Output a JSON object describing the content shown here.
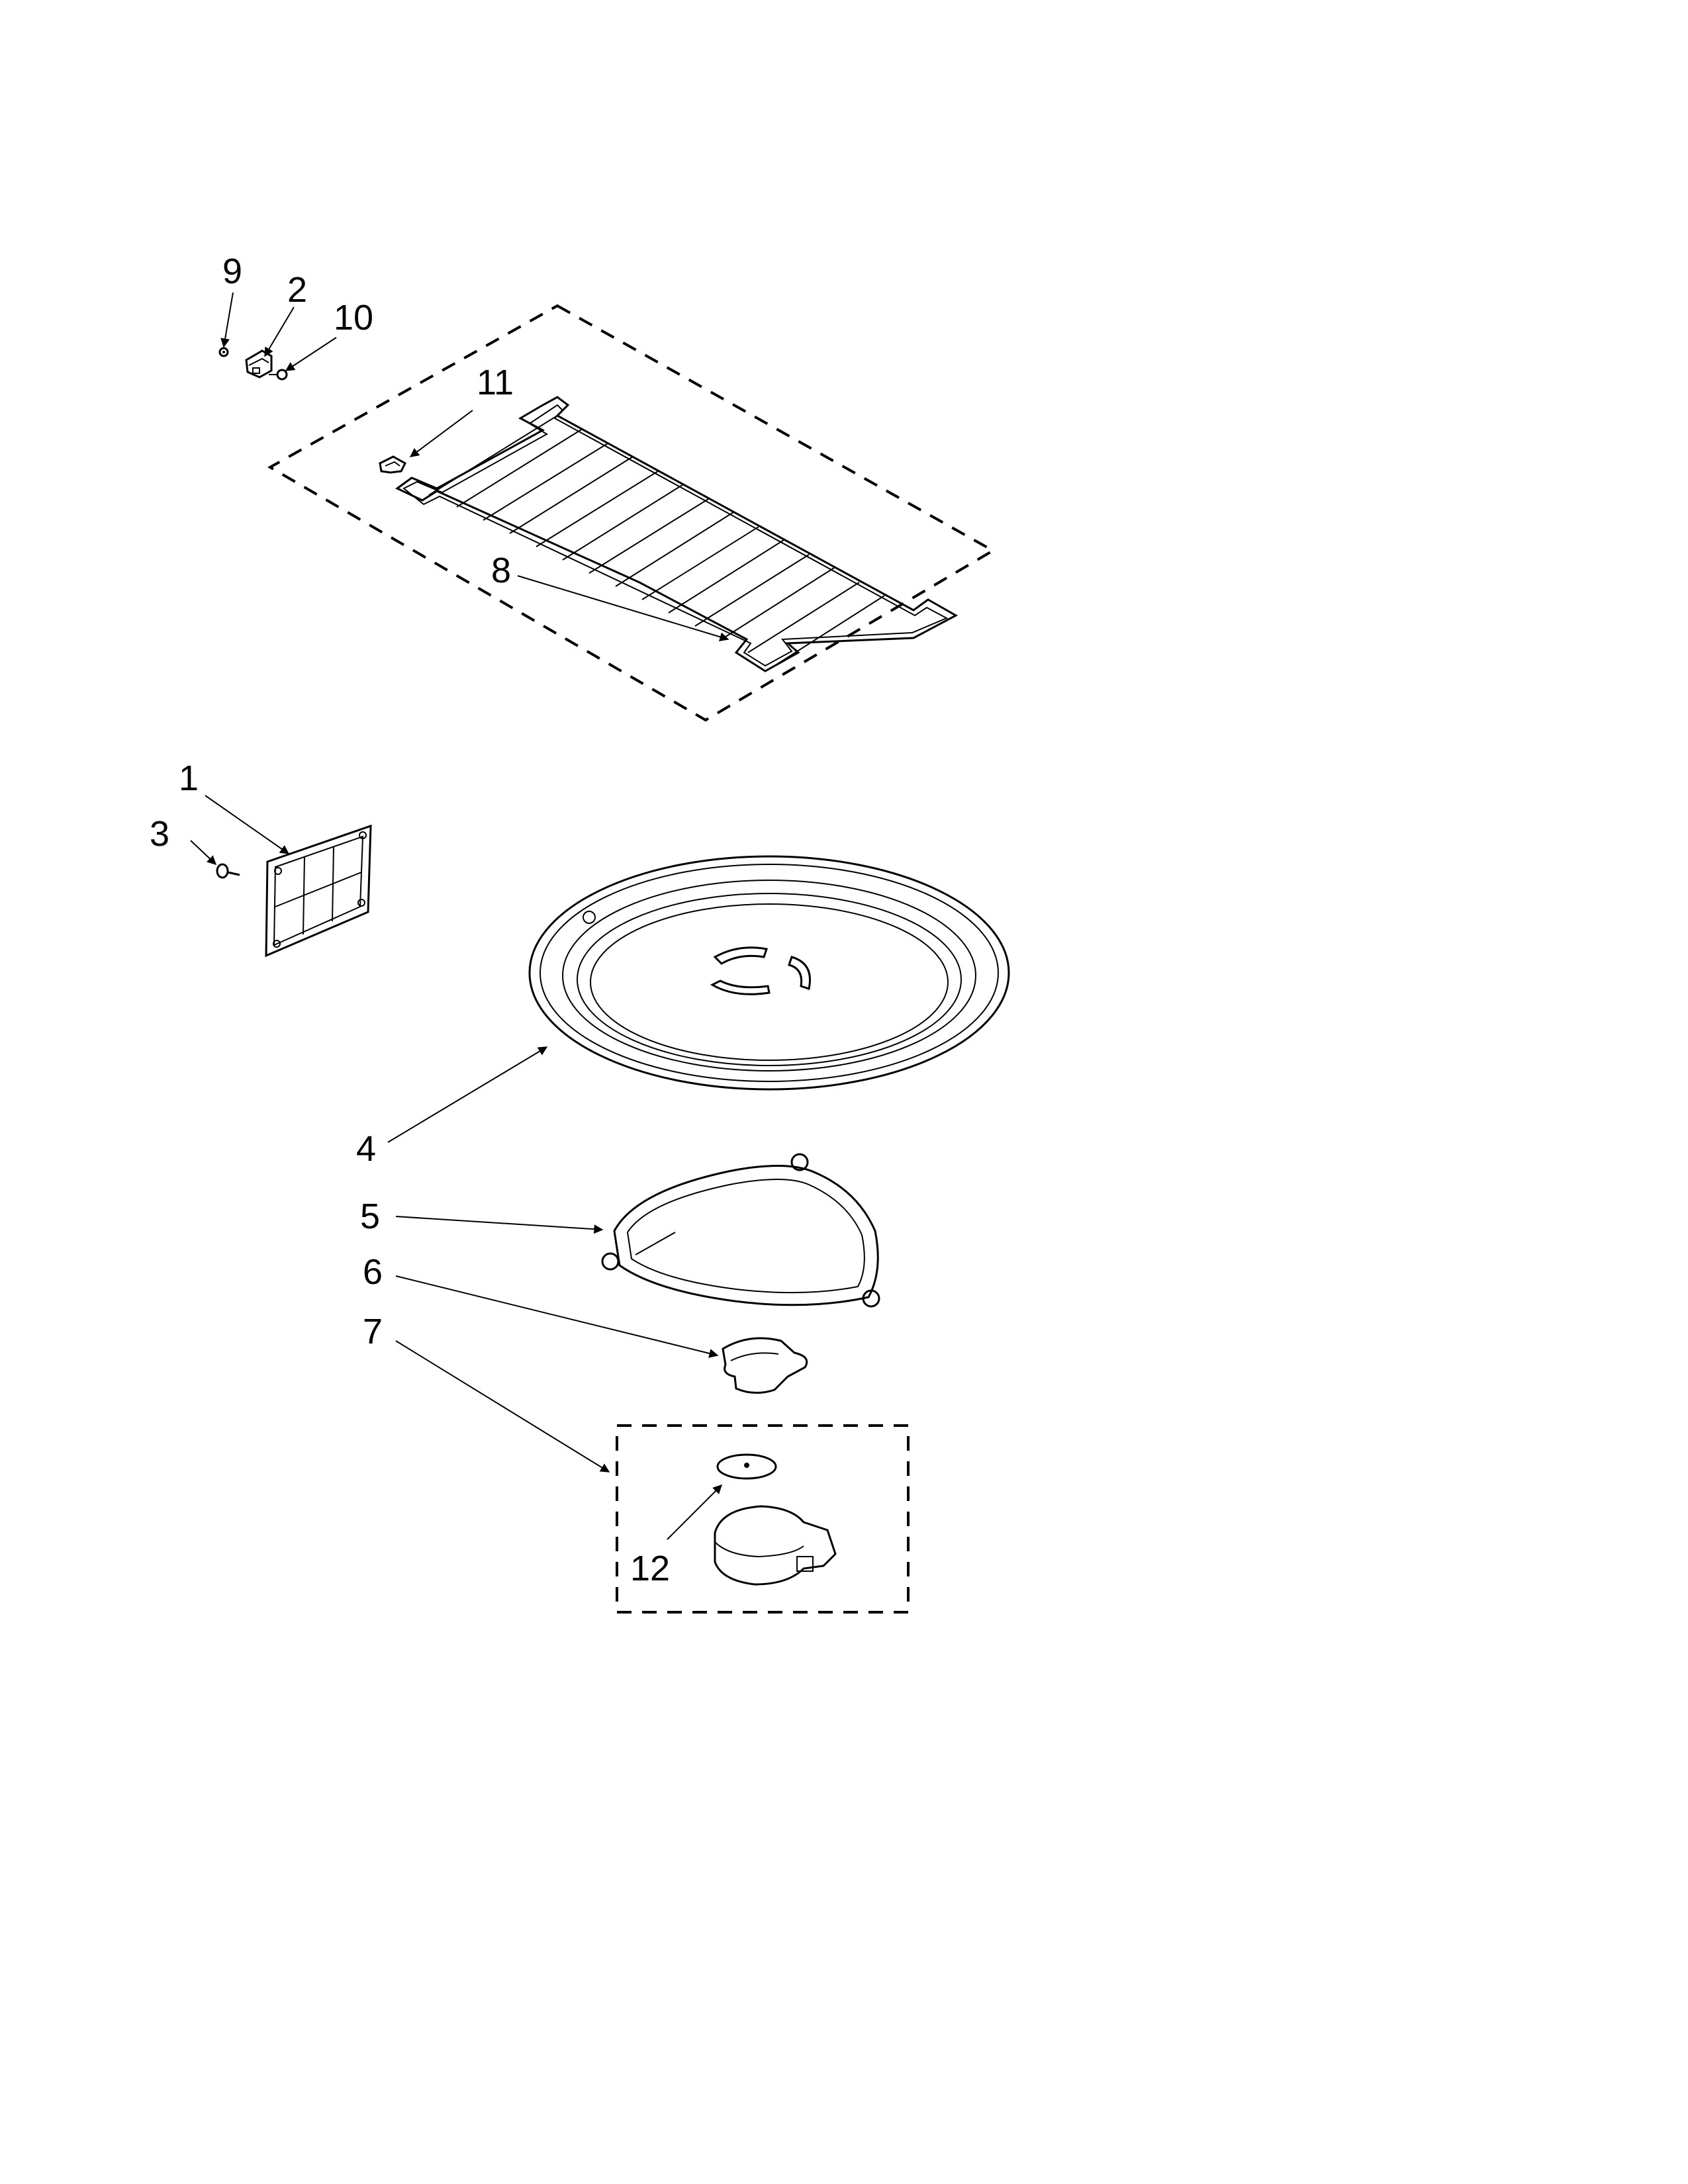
{
  "callouts": {
    "p1": "1",
    "p2": "2",
    "p3": "3",
    "p4": "4",
    "p5": "5",
    "p6": "6",
    "p7": "7",
    "p8": "8",
    "p9": "9",
    "p10": "10",
    "p11": "11",
    "p12": "12"
  },
  "parts": [
    {
      "number": "1",
      "icon": "filter-grille-icon"
    },
    {
      "number": "2",
      "icon": "rack-support-clip-icon"
    },
    {
      "number": "3",
      "icon": "screw-icon"
    },
    {
      "number": "4",
      "icon": "turntable-tray-icon"
    },
    {
      "number": "5",
      "icon": "roller-ring-icon"
    },
    {
      "number": "6",
      "icon": "turntable-coupler-icon"
    },
    {
      "number": "7",
      "icon": "motor-assembly-group-icon"
    },
    {
      "number": "8",
      "icon": "wire-rack-icon"
    },
    {
      "number": "9",
      "icon": "small-screw-icon"
    },
    {
      "number": "10",
      "icon": "washer-icon"
    },
    {
      "number": "11",
      "icon": "rack-hook-icon"
    },
    {
      "number": "12",
      "icon": "turntable-motor-icon"
    }
  ]
}
